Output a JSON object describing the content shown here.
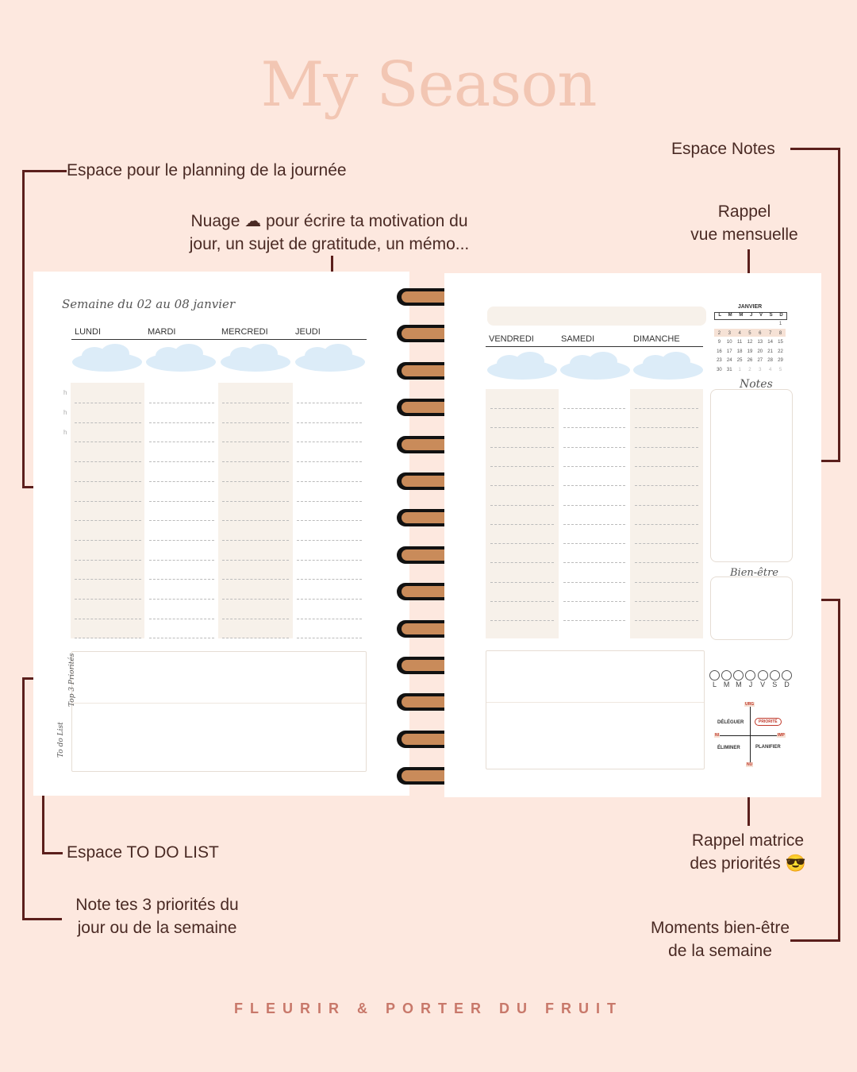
{
  "header": {
    "title": "My Season"
  },
  "annotations": {
    "planning": "Espace pour le planning de la journée",
    "nuage_line1": "Nuage ☁ pour écrire ta motivation du",
    "nuage_line2": "jour, un sujet de gratitude, un mémo...",
    "notes": "Espace Notes",
    "rappel_line1": "Rappel",
    "rappel_line2": "vue mensuelle",
    "todo": "Espace TO DO LIST",
    "priorites_line1": "Note tes 3 priorités du",
    "priorites_line2": "jour ou de la semaine",
    "matrice_line1": "Rappel matrice",
    "matrice_line2": "des priorités 😎",
    "bienetre_line1": "Moments bien-être",
    "bienetre_line2": "de la semaine"
  },
  "planner": {
    "week_title": "Semaine du 02 au 08 janvier",
    "left_days": [
      "LUNDI",
      "MARDI",
      "MERCREDI",
      "JEUDI"
    ],
    "right_days": [
      "VENDREDI",
      "SAMEDI",
      "DIMANCHE"
    ],
    "hour_marks": [
      "h",
      "h",
      "h"
    ],
    "todo_label": "To do List",
    "top3_label": "Top 3 Priorités",
    "notes_label": "Notes",
    "bienetre_label": "Bien-être",
    "calendar": {
      "month": "JANVIER",
      "weekdays": [
        "L",
        "M",
        "M",
        "J",
        "V",
        "S",
        "D"
      ],
      "weeks": [
        [
          "",
          "",
          "",
          "",
          "",
          "",
          "1"
        ],
        [
          "2",
          "3",
          "4",
          "5",
          "6",
          "7",
          "8"
        ],
        [
          "9",
          "10",
          "11",
          "12",
          "13",
          "14",
          "15"
        ],
        [
          "16",
          "17",
          "18",
          "19",
          "20",
          "21",
          "22"
        ],
        [
          "23",
          "24",
          "25",
          "26",
          "27",
          "28",
          "29"
        ],
        [
          "30",
          "31",
          "1",
          "2",
          "3",
          "4",
          "5"
        ]
      ]
    },
    "tracker_days": [
      "L",
      "M",
      "M",
      "J",
      "V",
      "S",
      "D"
    ],
    "matrix": {
      "urg": "URG",
      "nu": "NU",
      "ni": "NI",
      "imp": "IMP",
      "deleguer": "DÉLÉGUER",
      "priorite": "PRIORITÉ",
      "eliminer": "ÉLIMINER",
      "planifier": "PLANIFIER"
    }
  },
  "footer": {
    "tagline": "FLEURIR & PORTER DU FRUIT"
  },
  "colors": {
    "background": "#fde8df",
    "accent_line": "#5b1f1c",
    "ring": "#c98b5a",
    "title": "#f2c6b3"
  }
}
